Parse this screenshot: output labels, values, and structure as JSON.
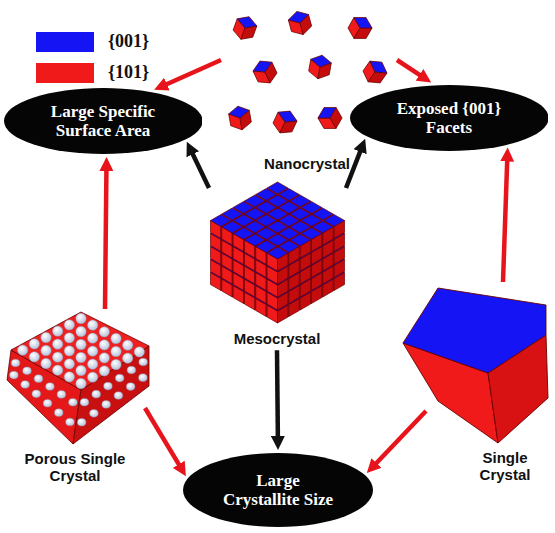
{
  "diagram": {
    "nodes": [
      {
        "text": [
          "Nanocrystal"
        ]
      },
      {
        "text": [
          "Large Specific Surface Area"
        ]
      },
      {
        "text": [
          "Exposed {001} Facets"
        ]
      },
      {
        "text": [
          "Mesocrystal"
        ]
      },
      {
        "text": [
          "Porous Single Crystal"
        ]
      },
      {
        "text": [
          "Single Crystal"
        ]
      },
      {
        "text": [
          "Large Crystallite Size"
        ]
      }
    ],
    "edges": [
      {
        "from": 0,
        "to": 1,
        "arrow": "to"
      },
      {
        "from": 0,
        "to": 2,
        "arrow": "to"
      },
      {
        "from": 3,
        "to": 1,
        "arrow": "to"
      },
      {
        "from": 3,
        "to": 2,
        "arrow": "to"
      },
      {
        "from": 3,
        "to": 6,
        "arrow": "to"
      },
      {
        "from": 4,
        "to": 1,
        "arrow": "to"
      },
      {
        "from": 4,
        "to": 6,
        "arrow": "to"
      },
      {
        "from": 5,
        "to": 2,
        "arrow": "to"
      },
      {
        "from": 5,
        "to": 6,
        "arrow": "to"
      }
    ],
    "legend": [
      {
        "text": "{001}",
        "color": "#1414f5"
      },
      {
        "text": "{101}",
        "color": "#f01a1a"
      }
    ]
  }
}
